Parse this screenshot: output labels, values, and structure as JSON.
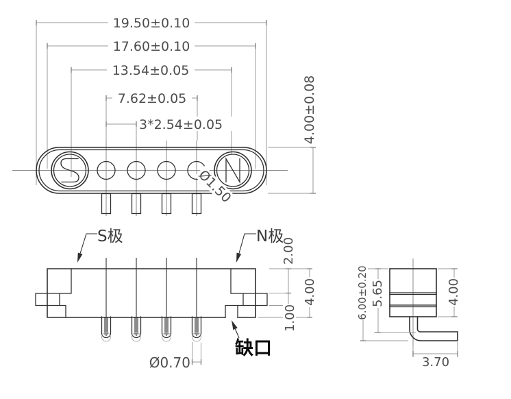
{
  "drawing": {
    "type": "connector-engineering-drawing",
    "units": "mm"
  },
  "top_view": {
    "dim_outer_length": "19.50±0.10",
    "dim_body_length": "17.60±0.10",
    "dim_magnet_span": "13.54±0.05",
    "dim_pin_span": "7.62±0.05",
    "dim_pitch": "3*2.54±0.05",
    "dim_width": "4.00±0.08",
    "pin_diameter": "Ø1.50",
    "magnet_south": "S",
    "magnet_north": "N"
  },
  "front_view": {
    "label_s_pole": "S极",
    "label_n_pole": "N极",
    "dim_top_step": "2.00",
    "dim_body_height": "4.00",
    "dim_bottom_step": "1.00",
    "pin_tip_diameter": "Ø0.70",
    "notch_label": "缺口"
  },
  "side_view": {
    "dim_total_height": "6.00±0.20",
    "dim_to_leg": "5.65",
    "dim_body_height": "4.00",
    "dim_leg_length": "3.70"
  },
  "colors": {
    "object_line": "#2f2f2f",
    "dim_line": "#9a9a9a",
    "text": "#4d4d4d",
    "background": "#ffffff"
  }
}
